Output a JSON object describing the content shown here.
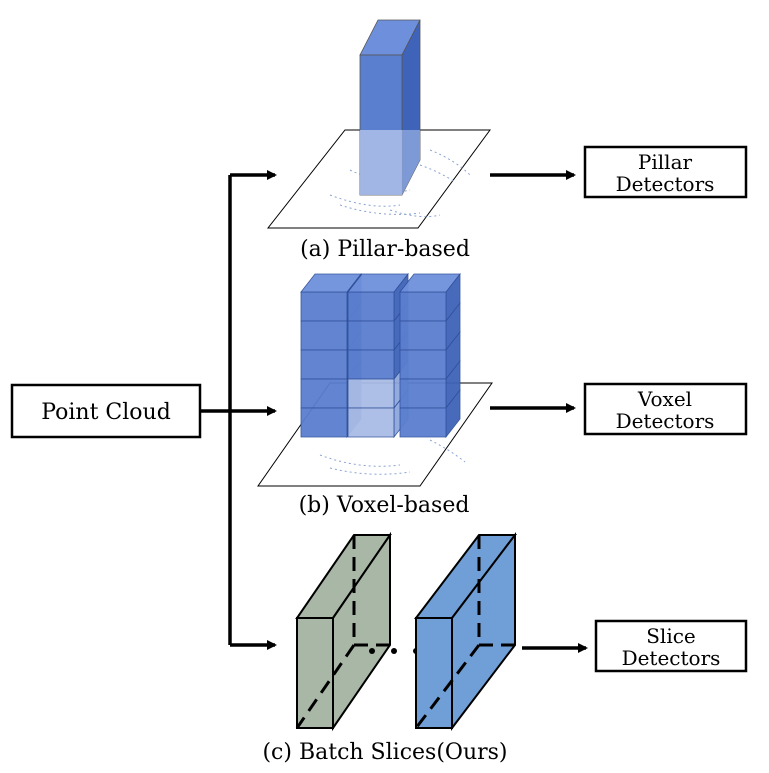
{
  "input": {
    "label": "Point Cloud"
  },
  "branches": [
    {
      "caption": "(a) Pillar-based",
      "detector_lines": [
        "Pillar",
        "Detectors"
      ]
    },
    {
      "caption": "(b) Voxel-based",
      "detector_lines": [
        "Voxel",
        "Detectors"
      ]
    },
    {
      "caption": "(c) Batch Slices(Ours)",
      "detector_lines": [
        "Slice",
        "Detectors"
      ]
    }
  ],
  "colors": {
    "pillar_front": "#5b7fcf",
    "pillar_side": "#3f63b8",
    "pillar_top": "#6e90dc",
    "pillar_under": "#a9bce6",
    "slice_green": "#a9b8a6",
    "slice_blue": "#6f9fd6"
  }
}
